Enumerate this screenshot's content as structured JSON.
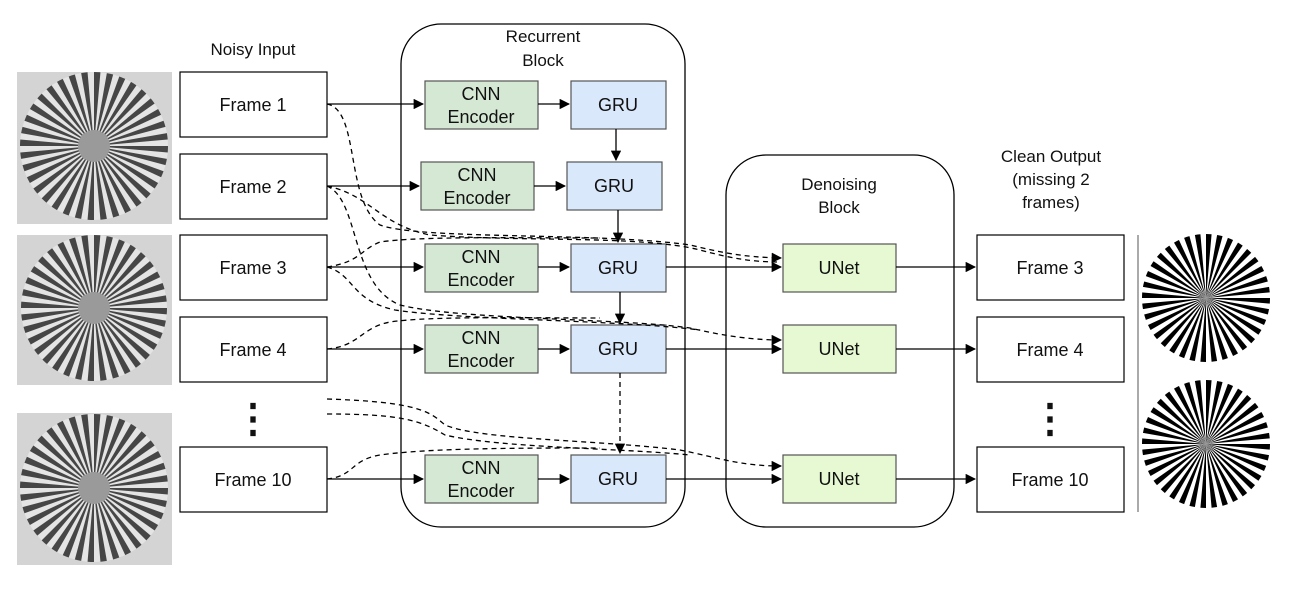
{
  "sections": {
    "noisy_input": "Noisy Input",
    "recurrent_block": [
      "Recurrent",
      "Block"
    ],
    "denoising_block": [
      "Denoising",
      "Block"
    ],
    "clean_output": [
      "Clean Output",
      "(missing 2",
      "frames)"
    ]
  },
  "input_frames": [
    "Frame 1",
    "Frame 2",
    "Frame 3",
    "Frame 4",
    "Frame 10"
  ],
  "encoder_label": [
    "CNN",
    "Encoder"
  ],
  "gru_label": "GRU",
  "unet_label": "UNet",
  "output_frames": [
    "Frame 3",
    "Frame 4",
    "Frame 10"
  ],
  "ellipsis": "⋮",
  "colors": {
    "encoder_fill": "#d5e8d4",
    "encoder_stroke": "#555555",
    "gru_fill": "#dae8fc",
    "unet_fill": "#e6f9d2",
    "line": "#000000"
  }
}
